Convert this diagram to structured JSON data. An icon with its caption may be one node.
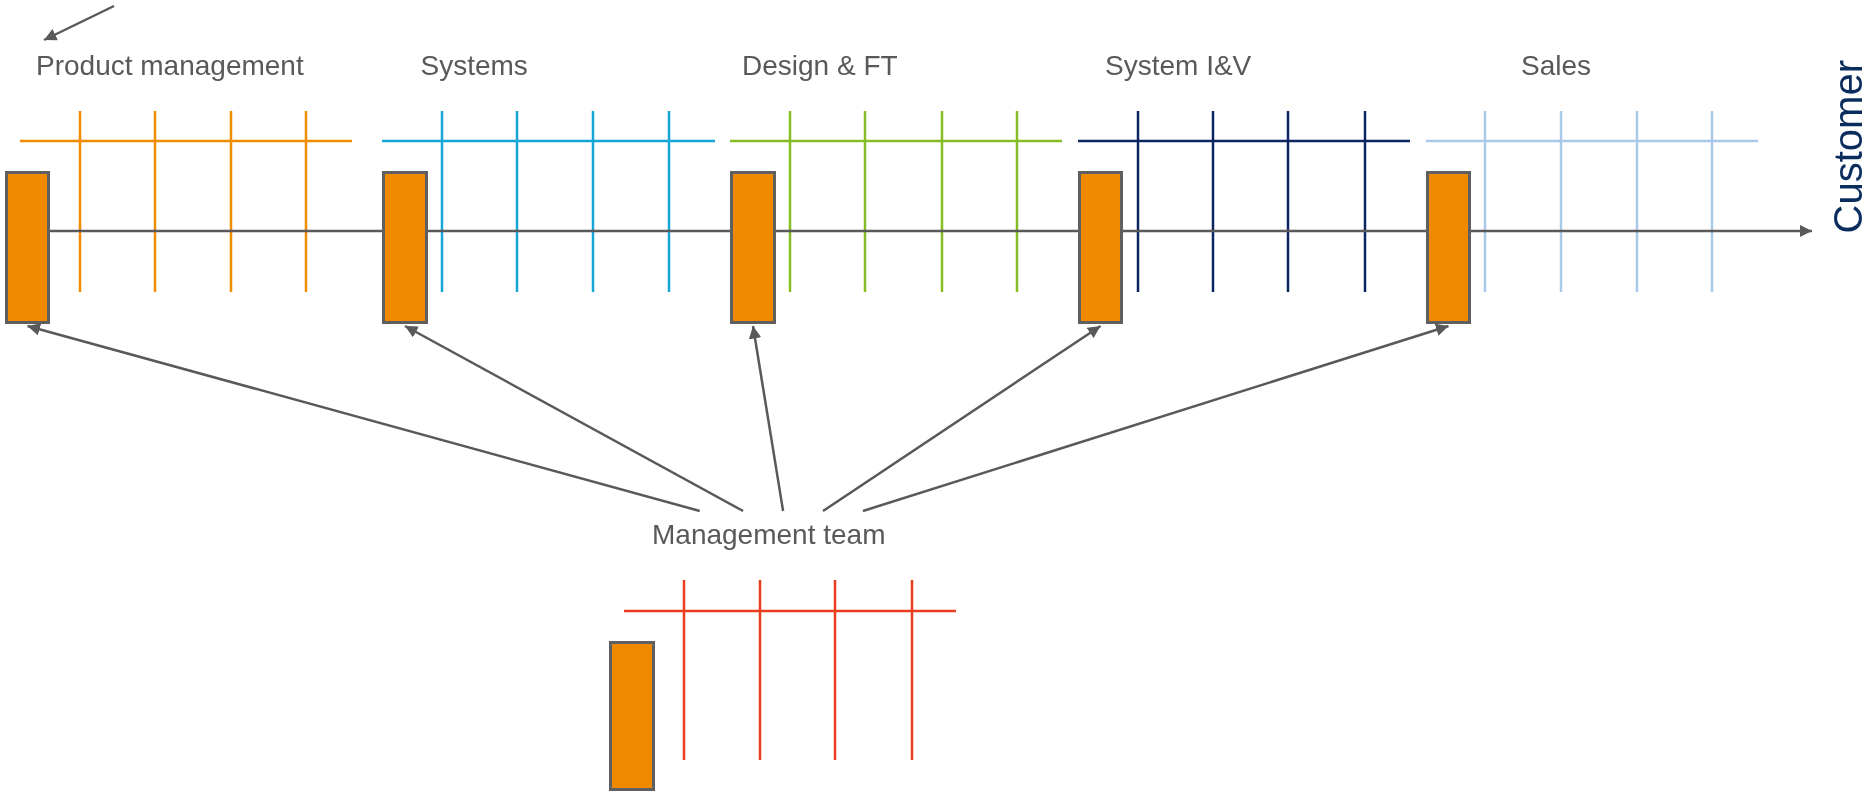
{
  "diagram": {
    "nodes": [
      {
        "text": [
          "Product management"
        ]
      },
      {
        "text": [],
        "shape": "bar"
      },
      {
        "text": [],
        "shape": "bar",
        "beside": [
          "Systems"
        ]
      },
      {
        "text": [],
        "shape": "bar",
        "beside": [
          "Design & FT"
        ]
      },
      {
        "text": [],
        "shape": "bar",
        "beside": [
          "System I&V"
        ]
      },
      {
        "text": [],
        "shape": "bar",
        "beside": [
          "Sales"
        ]
      },
      {
        "text": [
          "Customer"
        ]
      },
      {
        "text": [
          "Management team"
        ]
      },
      {
        "text": [],
        "shape": "bar"
      }
    ],
    "edges": [
      {
        "from": null,
        "to": 0,
        "arrow": "to"
      },
      {
        "from": 1,
        "to": 2,
        "arrow": "none"
      },
      {
        "from": 2,
        "to": 3,
        "arrow": "none"
      },
      {
        "from": 3,
        "to": 4,
        "arrow": "none"
      },
      {
        "from": 4,
        "to": 5,
        "arrow": "none"
      },
      {
        "from": 5,
        "to": 6,
        "arrow": "to"
      },
      {
        "from": 7,
        "to": 1,
        "arrow": "to"
      },
      {
        "from": 7,
        "to": 2,
        "arrow": "to"
      },
      {
        "from": 7,
        "to": 3,
        "arrow": "to"
      },
      {
        "from": 7,
        "to": 4,
        "arrow": "to"
      },
      {
        "from": 7,
        "to": 5,
        "arrow": "to"
      }
    ]
  }
}
